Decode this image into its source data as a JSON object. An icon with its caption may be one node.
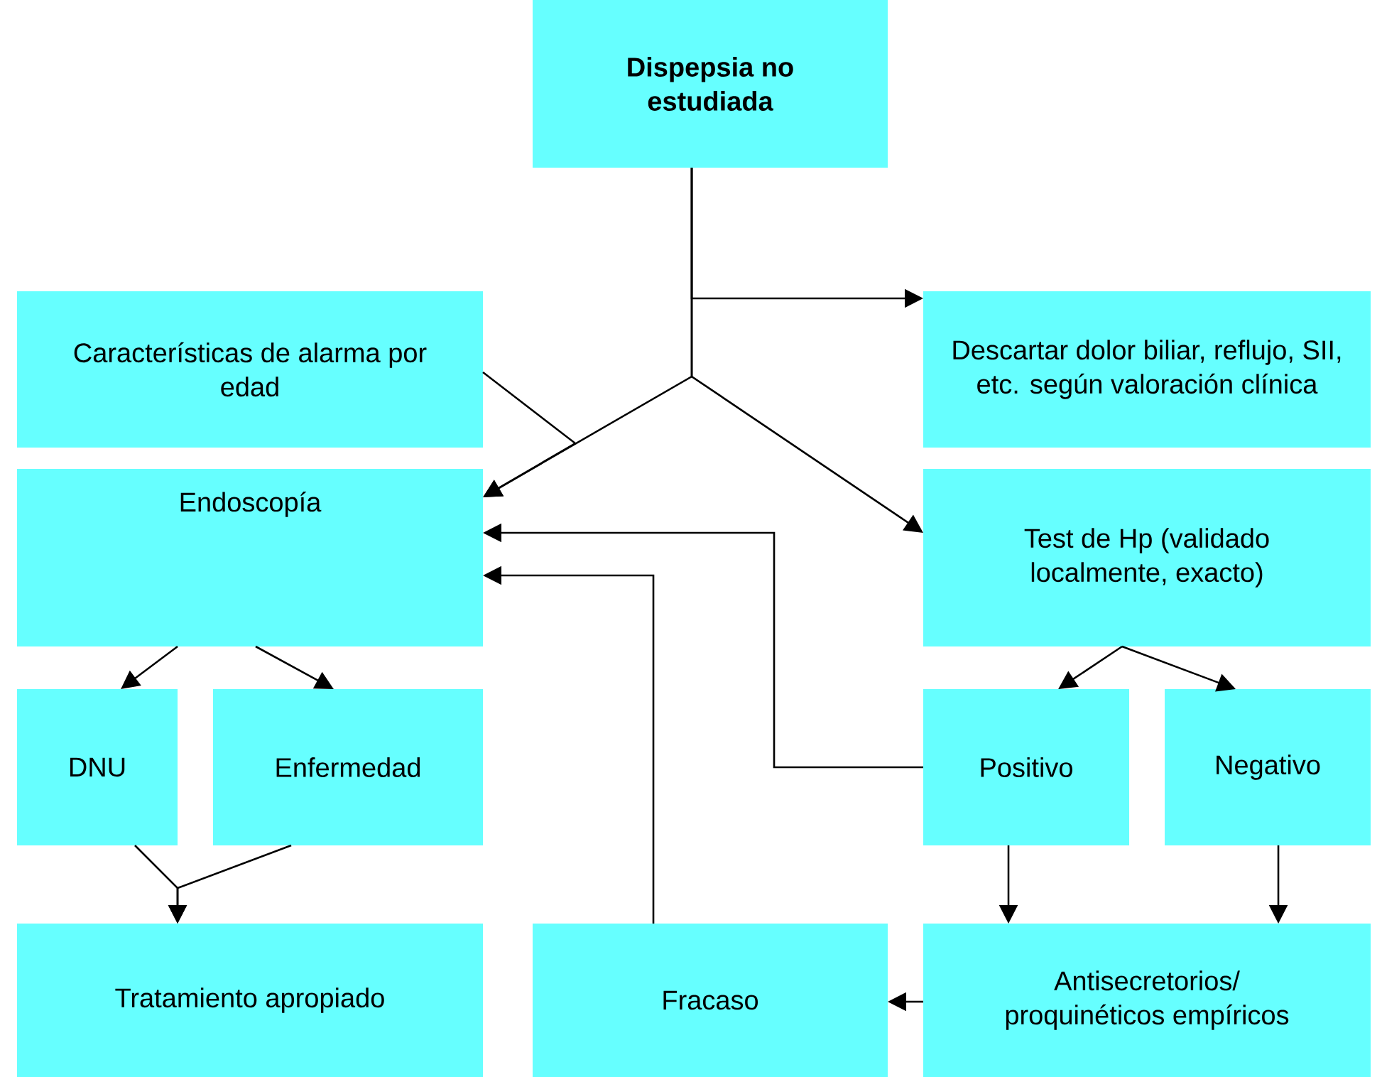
{
  "diagram": {
    "nodes": [
      {
        "text": [
          "Dispepsia no estudiada"
        ]
      },
      {
        "text": [
          "Características de alarma por edad"
        ]
      },
      {
        "text": [
          "Descartar dolor biliar, reflujo, SII, etc. según valoración clínica"
        ]
      },
      {
        "text": [
          "Endoscopía"
        ]
      },
      {
        "text": [
          "Test de Hp (validado localmente, exacto)"
        ]
      },
      {
        "text": [
          "DNU"
        ]
      },
      {
        "text": [
          "Enfermedad"
        ]
      },
      {
        "text": [
          "Positivo"
        ]
      },
      {
        "text": [
          "Negativo"
        ]
      },
      {
        "text": [
          "Tratamiento apropiado"
        ]
      },
      {
        "text": [
          "Fracaso"
        ]
      },
      {
        "text": [
          "Antisecretorios/ proquinéticos empíricos"
        ]
      }
    ],
    "edges": [
      {
        "from": 0,
        "to": 2,
        "arrow": "to"
      },
      {
        "from": 0,
        "to": 3,
        "arrow": "to"
      },
      {
        "from": 0,
        "to": 4,
        "arrow": "to"
      },
      {
        "from": 1,
        "to": 3,
        "arrow": "to"
      },
      {
        "from": 3,
        "to": 5,
        "arrow": "to"
      },
      {
        "from": 3,
        "to": 6,
        "arrow": "to"
      },
      {
        "from": 4,
        "to": 7,
        "arrow": "to"
      },
      {
        "from": 4,
        "to": 8,
        "arrow": "to"
      },
      {
        "from": 7,
        "to": 3,
        "arrow": "to"
      },
      {
        "from": 10,
        "to": 3,
        "arrow": "to"
      },
      {
        "from": 5,
        "to": 9,
        "arrow": "to"
      },
      {
        "from": 6,
        "to": 9,
        "arrow": "to"
      },
      {
        "from": 7,
        "to": 11,
        "arrow": "to"
      },
      {
        "from": 8,
        "to": 11,
        "arrow": "to"
      },
      {
        "from": 11,
        "to": 10,
        "arrow": "to"
      }
    ]
  }
}
